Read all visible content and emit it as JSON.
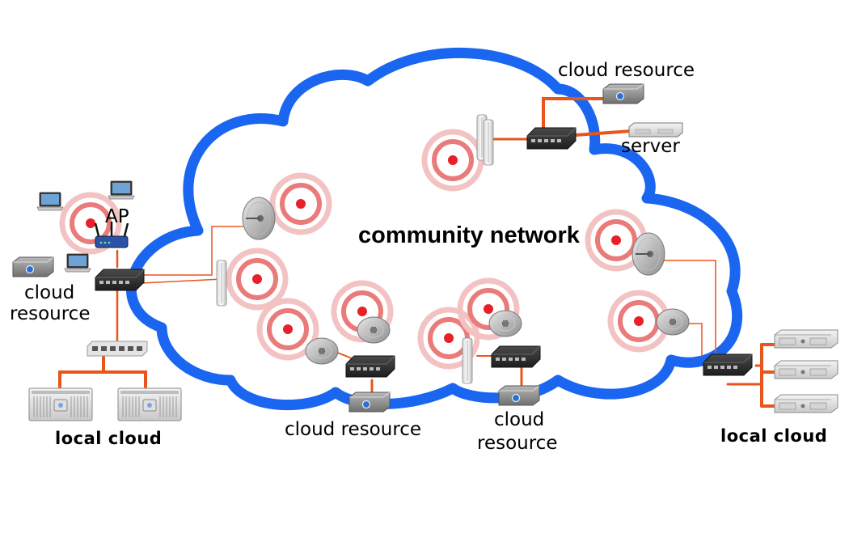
{
  "diagram": {
    "title": "community network",
    "labels": {
      "ap": "AP",
      "cloud_resource_top": "cloud resource",
      "server": "server",
      "cloud_resource_left_1": "cloud",
      "cloud_resource_left_2": "resource",
      "local_cloud_left": "local cloud",
      "cloud_resource_bottom_mid": "cloud resource",
      "cloud_resource_bottom_right_1": "cloud",
      "cloud_resource_bottom_right_2": "resource",
      "local_cloud_right": "local cloud"
    },
    "colors": {
      "cloud_outline": "#1a66f0",
      "link_line": "#e8561b",
      "signal_red": "#e8202a",
      "signal_ring": "#f2b9b9",
      "router_body": "#2b2b2b",
      "device_gray": "#8d8d8d"
    },
    "icons": [
      "router-icon",
      "antenna-panel-icon",
      "dish-antenna-icon",
      "server-icon",
      "nas-icon",
      "laptop-icon",
      "switch-icon",
      "wifi-ap-icon",
      "signal-icon"
    ]
  }
}
